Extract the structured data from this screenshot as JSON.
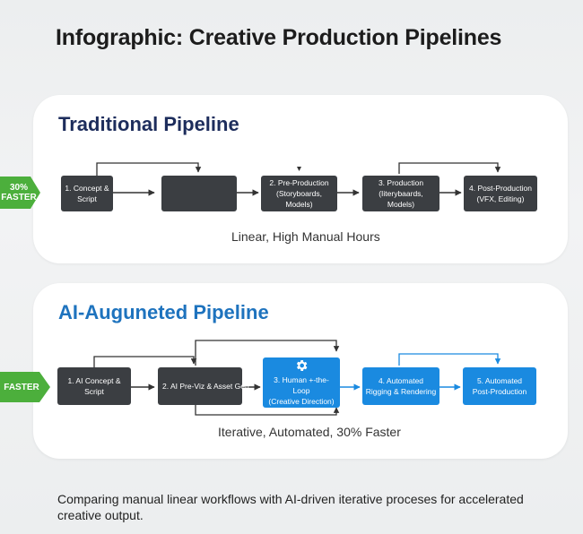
{
  "title": "Infographic: Creative Production Pipelines",
  "traditional": {
    "title": "Traditional Pipeline",
    "badge": "30%\nFASTER",
    "steps": [
      "1. Concept & Script",
      "",
      "2. Pre-Production\n(Storyboards, Models)",
      "3. Production\n(Iiterybaards, Models)",
      "4. Post-Production\n(VFX, Editing)"
    ],
    "caption": "Linear, High Manual Hours"
  },
  "ai": {
    "title": "AI-Auguneted Pipeline",
    "badge": "FASTER",
    "steps": [
      "1. AI Concept & Script",
      "2. AI Pre-Viz & Asset Gen",
      "3. Human +-the-Loop\n(Creative Direction)",
      "4. Automated\nRigging & Rendering",
      "5. Automated\nPost-Production"
    ],
    "caption": "Iterative, Automated, 30% Faster"
  },
  "footer": "Comparing manual linear workflows with AI-driven iterative proceses for accelerated creative output.",
  "colors": {
    "dark_box": "#3b3e42",
    "blue_box": "#1a8ae0",
    "badge_green": "#4caf3c",
    "trad_title": "#1d2d5c",
    "ai_title": "#1e73be"
  },
  "icons": [
    "gear-icon",
    "arrow-right-icon",
    "loop-arrow-icon"
  ]
}
